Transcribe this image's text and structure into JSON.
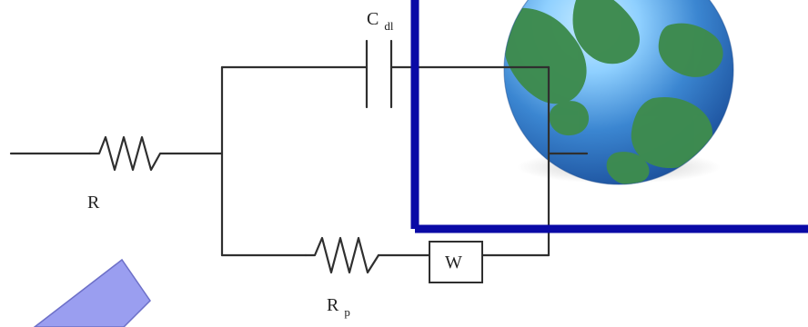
{
  "diagram": {
    "components": {
      "resistor_r": {
        "label": "R"
      },
      "capacitor_cdl": {
        "label_main": "C",
        "label_sub": "dl"
      },
      "resistor_rp": {
        "label_main": "R",
        "label_sub": "p"
      },
      "warburg": {
        "label": "W"
      }
    }
  },
  "colors": {
    "wire": "#2f2f2f",
    "frame": "#0a0aa6",
    "parallelogram_fill": "#9a9ef0",
    "parallelogram_stroke": "#6d70c8",
    "ocean_light": "#8fd0ff",
    "ocean_dark": "#1b4f9b",
    "land": "#3e8b4f"
  },
  "icons": {
    "globe": "globe-icon",
    "shape": "parallelogram-shape"
  }
}
